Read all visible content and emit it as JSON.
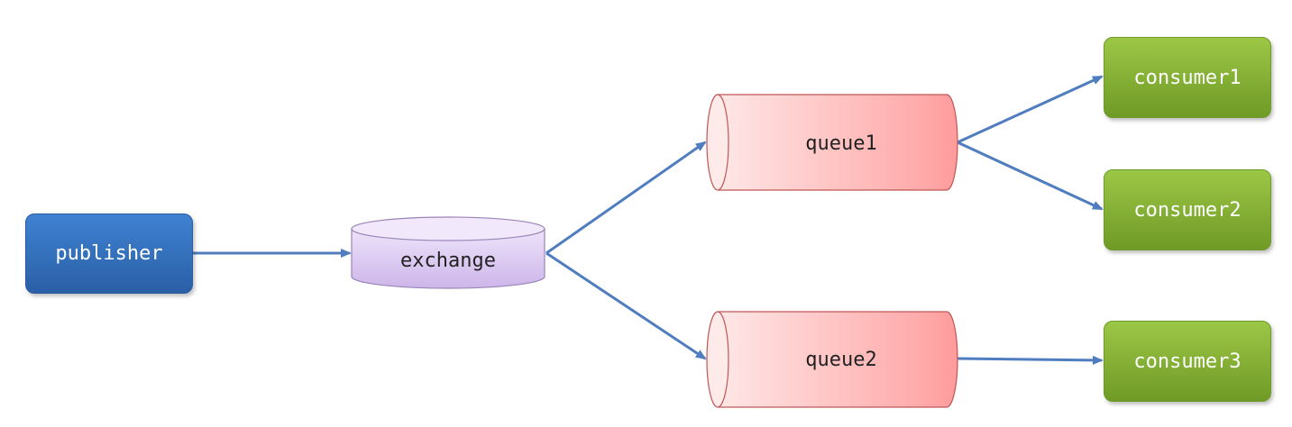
{
  "diagram": {
    "publisher": "publisher",
    "exchange": "exchange",
    "queues": [
      "queue1",
      "queue2"
    ],
    "consumers": [
      "consumer1",
      "consumer2",
      "consumer3"
    ],
    "colors": {
      "publisher": "#2f6db8",
      "exchange": "#d9c6ef",
      "queue": "#ff9f9f",
      "consumer": "#86b33a",
      "edge": "#4f7dbf"
    }
  }
}
